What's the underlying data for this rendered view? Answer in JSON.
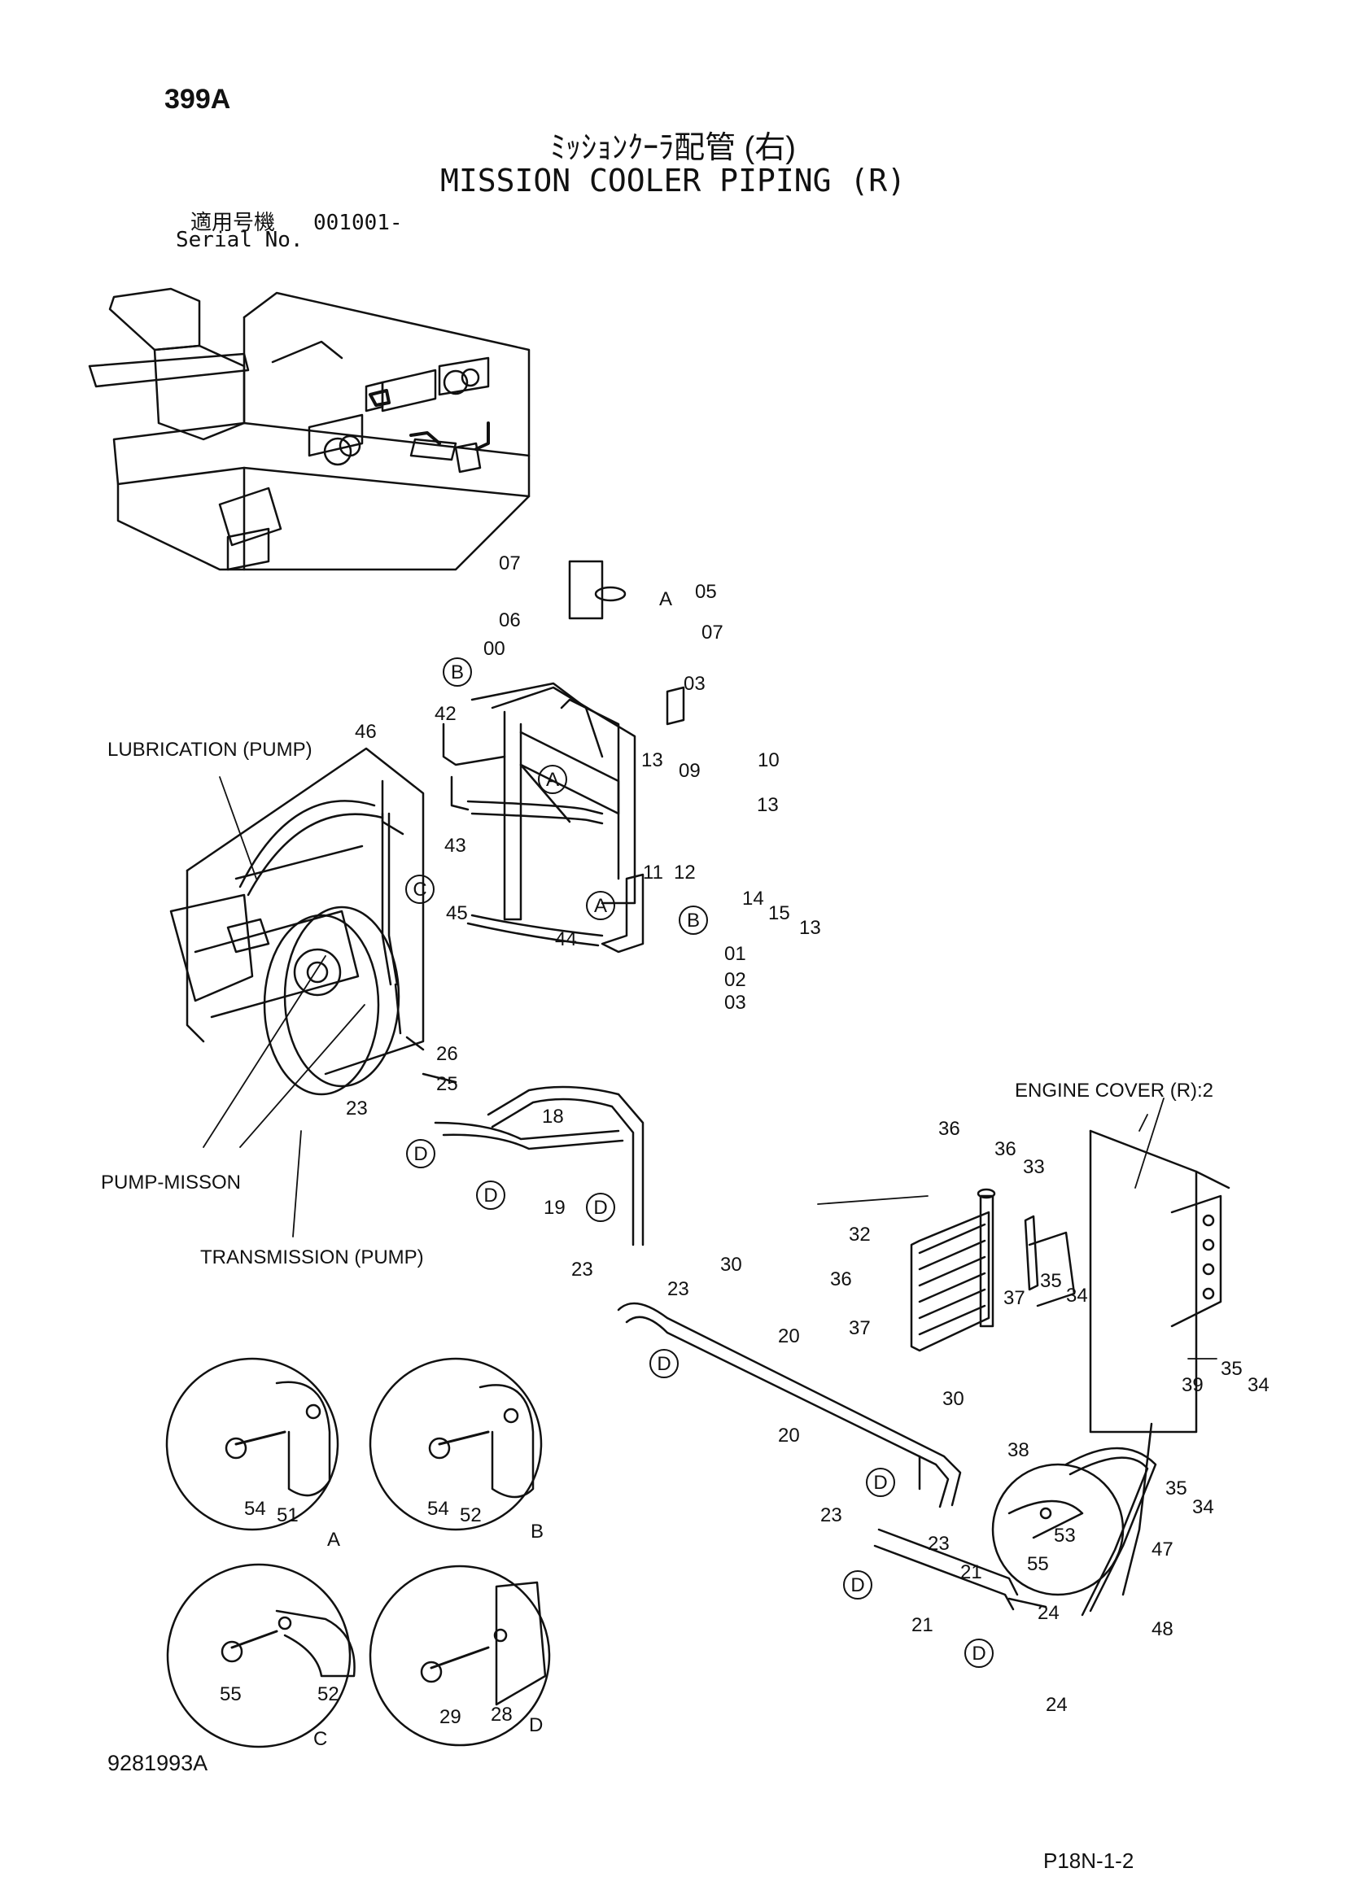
{
  "header": {
    "page_number": "399A",
    "title_jp": "ﾐｯｼｮﾝｸｰﾗ配管 (右)",
    "title_en": "MISSION COOLER PIPING (R)",
    "serial_label_jp": "適用号機",
    "serial_range": "001001-",
    "serial_label_en": "Serial No."
  },
  "callouts": {
    "lubrication": "LUBRICATION (PUMP)",
    "pump_mission": "PUMP-MISSON",
    "transmission": "TRANSMISSION (PUMP)",
    "engine_cover": "ENGINE COVER (R):2"
  },
  "part_numbers": [
    "07",
    "06",
    "05",
    "07",
    "00",
    "03",
    "42",
    "46",
    "13",
    "09",
    "10",
    "13",
    "43",
    "11",
    "12",
    "14",
    "15",
    "13",
    "45",
    "44",
    "01",
    "02",
    "03",
    "26",
    "25",
    "23",
    "18",
    "19",
    "36",
    "36",
    "33",
    "32",
    "35",
    "34",
    "36",
    "37",
    "23",
    "23",
    "30",
    "20",
    "20",
    "37",
    "35",
    "34",
    "39",
    "30",
    "38",
    "35",
    "34",
    "23",
    "23",
    "47",
    "21",
    "21",
    "24",
    "24",
    "48",
    "53",
    "55"
  ],
  "detail_letters": [
    "A",
    "A",
    "A",
    "B",
    "B",
    "C",
    "D",
    "D",
    "D",
    "D",
    "D",
    "D",
    "D"
  ],
  "details": [
    {
      "letter": "A",
      "parts": [
        "54",
        "51"
      ]
    },
    {
      "letter": "B",
      "parts": [
        "54",
        "52"
      ]
    },
    {
      "letter": "C",
      "parts": [
        "55",
        "52"
      ]
    },
    {
      "letter": "D",
      "parts": [
        "29",
        "28"
      ]
    }
  ],
  "footer": {
    "doc_id": "9281993A",
    "sheet_ref": "P18N-1-2"
  }
}
